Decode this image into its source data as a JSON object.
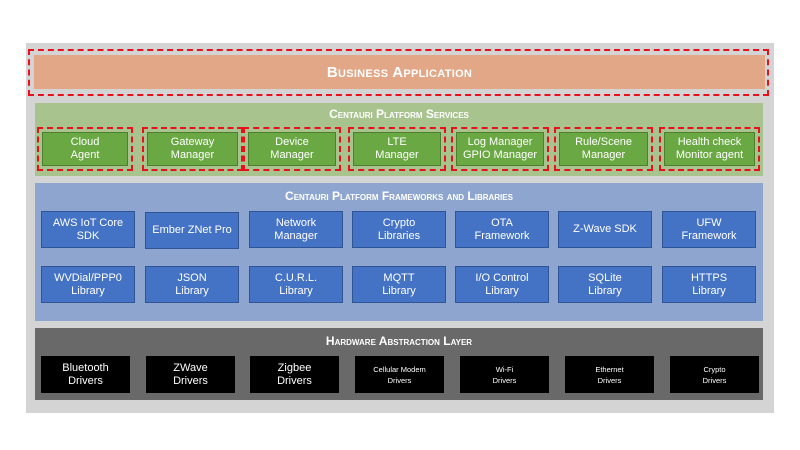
{
  "colors": {
    "outer_panel": "#d4d4d4",
    "business": "#e2a786",
    "services_band": "#a9c38f",
    "service_box": "#6aa843",
    "frameworks_band": "#8ea6cf",
    "library_box": "#4472c4",
    "hal_band": "#696969",
    "driver_box": "#000000",
    "highlight_dash": "#e8101a"
  },
  "business": {
    "title": "Business Application"
  },
  "services": {
    "title": "Centauri Platform Services",
    "items": [
      {
        "label": "Cloud\nAgent"
      },
      {
        "label": "Gateway\nManager"
      },
      {
        "label": "Device\nManager"
      },
      {
        "label": "LTE\nManager"
      },
      {
        "label": "Log Manager\nGPIO Manager"
      },
      {
        "label": "Rule/Scene\nManager"
      },
      {
        "label": "Health check\nMonitor agent"
      }
    ]
  },
  "frameworks": {
    "title": "Centauri Platform Frameworks and Libraries",
    "row1": [
      {
        "label": "AWS IoT Core\nSDK"
      },
      {
        "label": "Ember ZNet Pro"
      },
      {
        "label": "Network\nManager"
      },
      {
        "label": "Crypto\nLibraries"
      },
      {
        "label": "OTA\nFramework"
      },
      {
        "label": "Z-Wave SDK"
      },
      {
        "label": "UFW\nFramework"
      }
    ],
    "row2": [
      {
        "label": "WVDial/PPP0\nLibrary"
      },
      {
        "label": "JSON\nLibrary"
      },
      {
        "label": "C.U.R.L.\nLibrary"
      },
      {
        "label": "MQTT\nLibrary"
      },
      {
        "label": "I/O Control\nLibrary"
      },
      {
        "label": "SQLite\nLibrary"
      },
      {
        "label": "HTTPS\nLibrary"
      }
    ]
  },
  "hal": {
    "title": "Hardware Abstraction Layer",
    "items": [
      {
        "label": "Bluetooth\nDrivers"
      },
      {
        "label": "ZWave\nDrivers"
      },
      {
        "label": "Zigbee\nDrivers"
      },
      {
        "label": "Cellular Modem\nDrivers"
      },
      {
        "label": "Wi-Fi\nDrivers"
      },
      {
        "label": "Ethernet\nDrivers"
      },
      {
        "label": "Crypto\nDrivers"
      }
    ]
  }
}
